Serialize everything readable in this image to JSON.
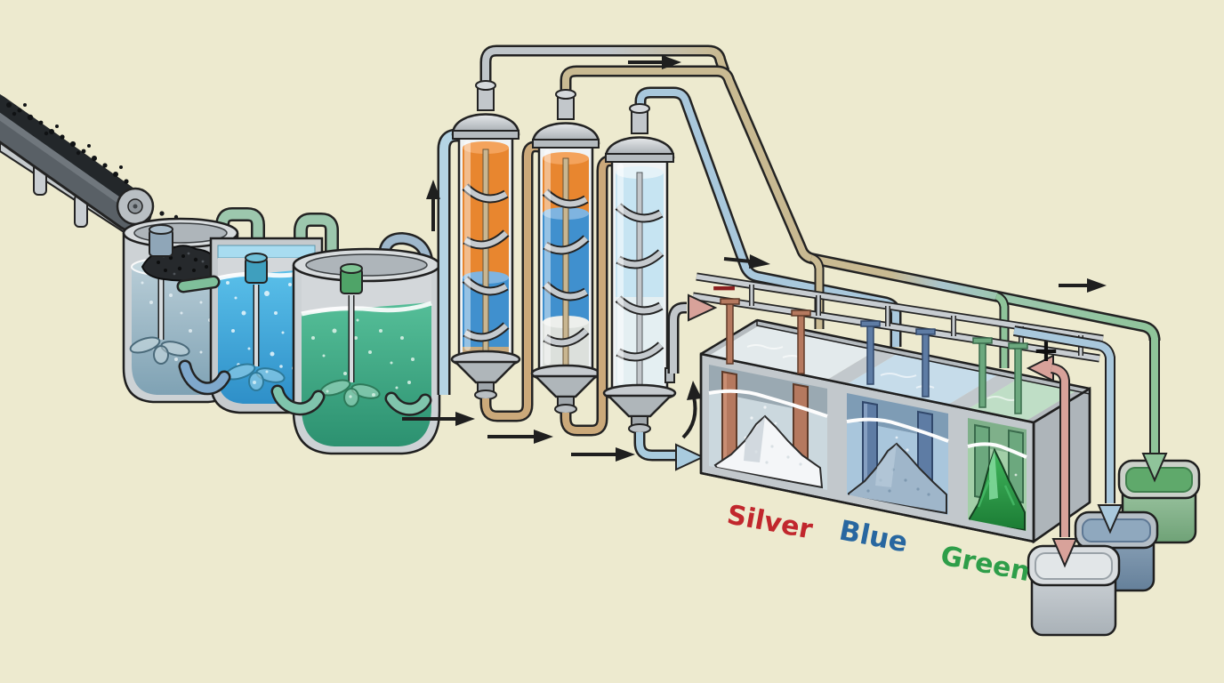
{
  "scene": {
    "background_color": "#EDEACF",
    "type": "industrial-process-illustration",
    "description": "Ore conveyor feeds three stirred leaching tanks, then three solvent-extraction columns, then three electrolytic cells producing silver, blue and green products collected in three containers."
  },
  "labels": {
    "cell_silver": "Silver",
    "cell_blue": "Blue",
    "cell_green": "Green"
  },
  "signs": {
    "negative": "−",
    "positive": "+"
  },
  "label_colors": {
    "silver": "#C1272D",
    "blue": "#2867A0",
    "green": "#2E9E49",
    "negative_sign": "#8B1F1F",
    "positive_sign": "#101010"
  },
  "palette": {
    "outline": "#232323",
    "metal_gray": "#C2C8CC",
    "pipe_gray": "#BFC5C9",
    "pipe_tan": "#C9BA92",
    "pipe_light_blue": "#A9C8DC",
    "pipe_green": "#9CC7AD",
    "pipe_pink": "#D8A29A",
    "pipe_teal": "#7FC4AC",
    "pipe_blue": "#7FA8CC",
    "ore_black": "#1A1C1E",
    "tank1_liquid": "#8FB2C2",
    "tank2_liquid": "#3FADDE",
    "tank3_liquid": "#3FAE85",
    "column_orange": "#E8862F",
    "column_blue": "#4090CE",
    "column_pale_blue": "#C6E4F2",
    "cell1_liquid": "#CBD8DE",
    "cell2_liquid": "#A9C6DC",
    "cell3_liquid": "#A3CFA8",
    "electrode_copper": "#B5795F",
    "electrode_blue": "#5E7CA4",
    "electrode_green": "#6CA87E",
    "pile_white": "#F4F6F8",
    "pile_blue": "#9FB6CA",
    "pile_green": "#2FA04C",
    "cube_gray": "#C9CFD4",
    "cube_blue": "#7F96AB",
    "cube_green": "#85B68C",
    "flow_arrow": "#1F1F1F"
  },
  "components": [
    {
      "name": "ore-conveyor",
      "desc": "belt conveyor carrying black ore pellets"
    },
    {
      "name": "leach-tank-1",
      "desc": "stirred tank, gray-blue slurry with ore"
    },
    {
      "name": "leach-tank-2",
      "desc": "stirred tank, bright blue solution"
    },
    {
      "name": "leach-tank-3",
      "desc": "stirred tank, green solution"
    },
    {
      "name": "extraction-column-1",
      "desc": "spiral column, orange over blue"
    },
    {
      "name": "extraction-column-2",
      "desc": "spiral column, orange over blue over clear"
    },
    {
      "name": "extraction-column-3",
      "desc": "spiral column, pale blue"
    },
    {
      "name": "electrolytic-cell-silver",
      "desc": "cell with copper electrodes and white product pile"
    },
    {
      "name": "electrolytic-cell-blue",
      "desc": "cell with blue electrodes and blue product pile"
    },
    {
      "name": "electrolytic-cell-green",
      "desc": "cell with green electrodes and green product pile"
    },
    {
      "name": "collection-cube-gray",
      "desc": "container fed by pink return pipe"
    },
    {
      "name": "collection-cube-blue",
      "desc": "container fed by blue pipe"
    },
    {
      "name": "collection-cube-green",
      "desc": "container fed by green pipe"
    }
  ]
}
